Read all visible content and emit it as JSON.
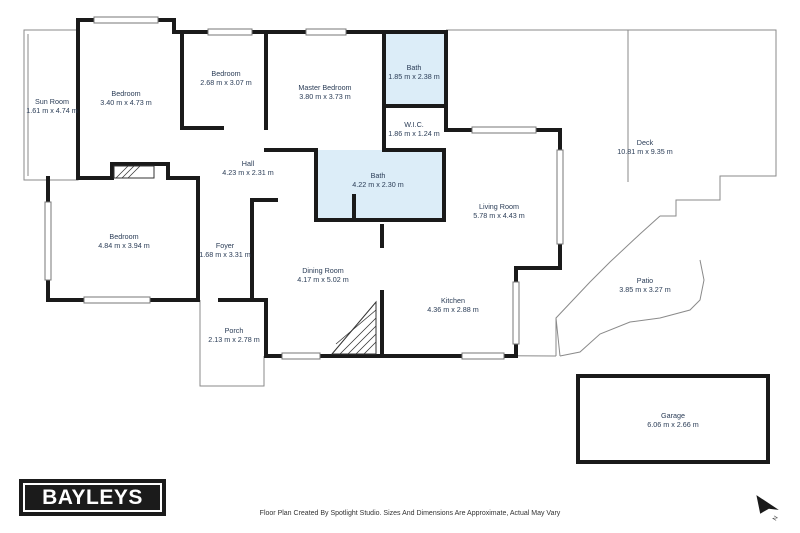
{
  "rooms": {
    "sun_room": {
      "name": "Sun Room",
      "dim": "1.61 m x 4.74 m"
    },
    "bedroom_nw": {
      "name": "Bedroom",
      "dim": "3.40 m x 4.73 m"
    },
    "bedroom_small": {
      "name": "Bedroom",
      "dim": "2.68 m x 3.07 m"
    },
    "master_bedroom": {
      "name": "Master Bedroom",
      "dim": "3.80 m x 3.73 m"
    },
    "bath_ensuite": {
      "name": "Bath",
      "dim": "1.85 m x 2.38 m"
    },
    "wic": {
      "name": "W.I.C.",
      "dim": "1.86 m x 1.24 m"
    },
    "hall": {
      "name": "Hall",
      "dim": "4.23 m x 2.31 m"
    },
    "bath_main": {
      "name": "Bath",
      "dim": "4.22 m x 2.30 m"
    },
    "bedroom_sw": {
      "name": "Bedroom",
      "dim": "4.84 m x 3.94 m"
    },
    "foyer": {
      "name": "Foyer",
      "dim": "1.68 m x 3.31 m"
    },
    "dining_room": {
      "name": "Dining Room",
      "dim": "4.17 m x 5.02 m"
    },
    "living_room": {
      "name": "Living Room",
      "dim": "5.78 m x 4.43 m"
    },
    "kitchen": {
      "name": "Kitchen",
      "dim": "4.36 m x 2.88 m"
    },
    "deck": {
      "name": "Deck",
      "dim": "10.81 m x 9.35 m"
    },
    "patio": {
      "name": "Patio",
      "dim": "3.85 m x 3.27 m"
    },
    "porch": {
      "name": "Porch",
      "dim": "2.13 m x 2.78 m"
    },
    "garage": {
      "name": "Garage",
      "dim": "6.06 m x 2.66 m"
    }
  },
  "colors": {
    "wall": "#1a1a1a",
    "bath_fill": "#dcedf8",
    "label": "#2a3c56"
  },
  "brand": {
    "logo_text": "BAYLEYS"
  },
  "footer": {
    "note": "Floor Plan Created By Spotlight Studio. Sizes And Dimensions Are Approximate, Actual May Vary"
  },
  "compass": {
    "label": "N",
    "icon": "north-arrow-icon"
  }
}
